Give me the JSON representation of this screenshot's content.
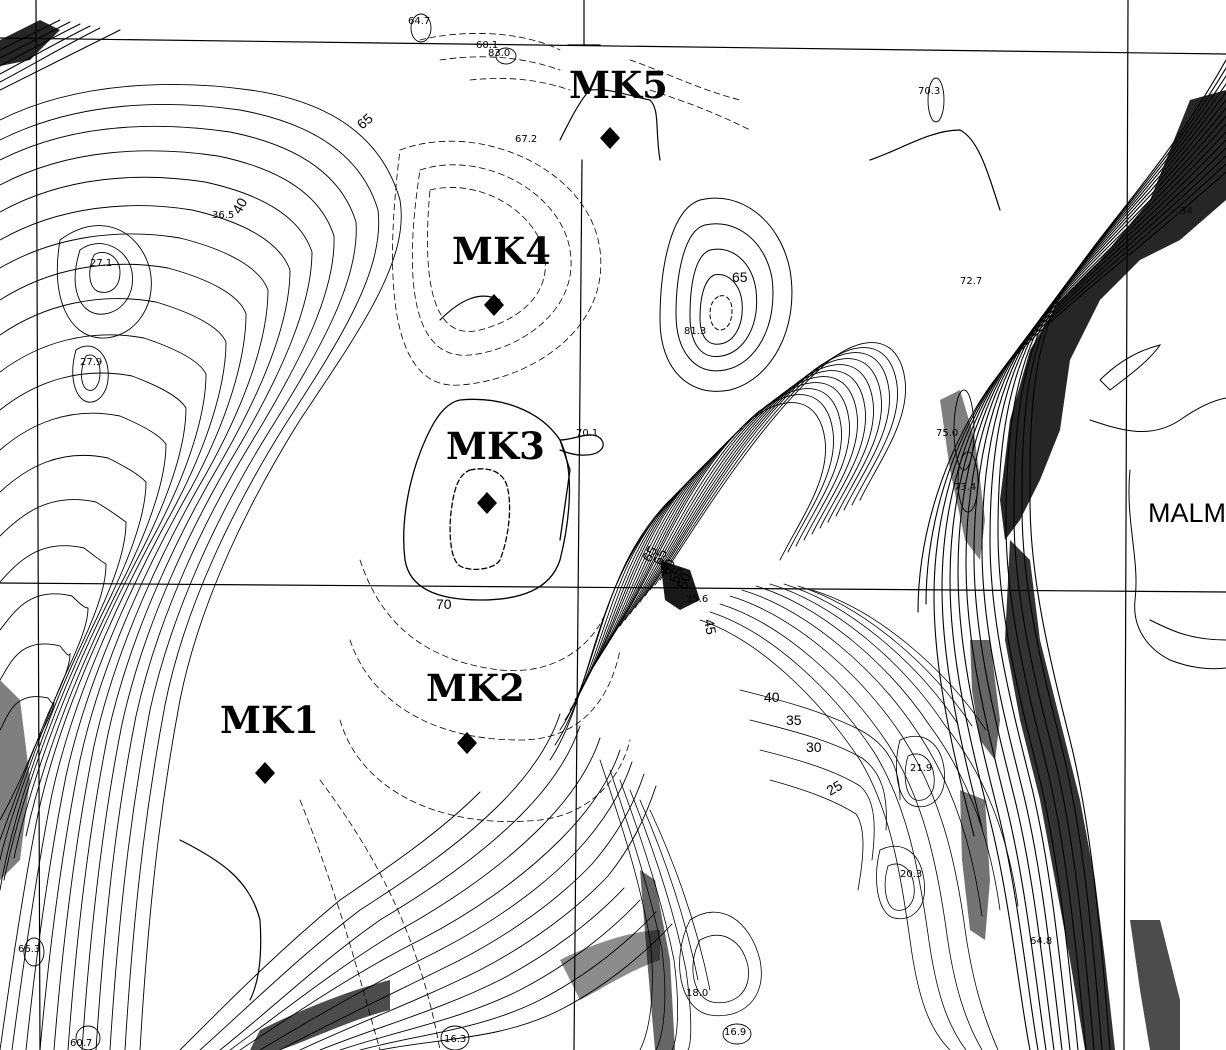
{
  "map": {
    "place_name": "MALM",
    "sites": [
      "MK1",
      "MK2",
      "MK3",
      "MK4",
      "MK5"
    ],
    "spot_heights": [
      "64.7",
      "83.0",
      "60.1",
      "67.2",
      "70.3",
      "36.5",
      "27.1",
      "27.9",
      "81.3",
      "72.7",
      "70.1",
      "75.0",
      "73.4",
      "35.6",
      "21.9",
      "20.3",
      "18.0",
      "16.9",
      "16.3",
      "60.7",
      "66.3",
      "64.8",
      "34"
    ],
    "contour_labels": [
      "65",
      "65",
      "65",
      "40",
      "70",
      "40",
      "35",
      "30",
      "25",
      "65",
      "60",
      "55",
      "50",
      "45"
    ]
  }
}
